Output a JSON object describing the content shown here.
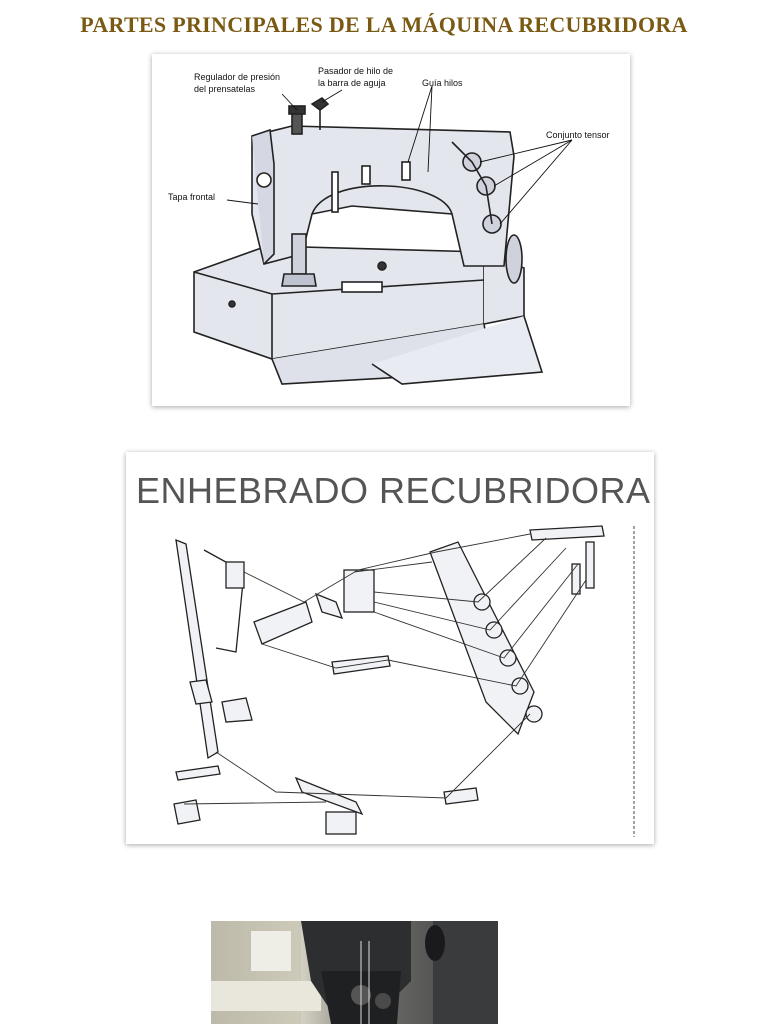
{
  "page": {
    "title": "PARTES PRINCIPALES DE LA MÁQUINA RECUBRIDORA"
  },
  "figure_parts": {
    "labels": {
      "regulador_line1": "Regulador de presión",
      "regulador_line2": "del prensatelas",
      "pasador_line1": "Pasador de hilo de",
      "pasador_line2": "la barra de aguja",
      "guia_hilos": "Guía hilos",
      "conjunto_tensor": "Conjunto tensor",
      "tapa_frontal": "Tapa frontal"
    }
  },
  "figure_threading": {
    "title": "ENHEBRADO RECUBRIDORA"
  },
  "colors": {
    "title": "#7a5a12",
    "line_art": "#222222",
    "machine_fill": "#e4e6ee"
  }
}
